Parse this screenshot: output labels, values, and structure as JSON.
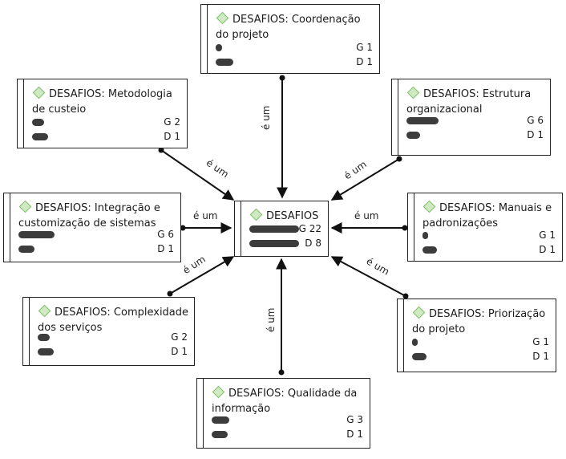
{
  "center": {
    "title": "DESAFIOS",
    "rows": [
      {
        "letter": "G",
        "count": "22"
      },
      {
        "letter": "D",
        "count": "8"
      }
    ]
  },
  "nodes": [
    {
      "id": "coordenacao",
      "title": "DESAFIOS: Coordenação do projeto",
      "rows": [
        {
          "letter": "G",
          "count": "1"
        },
        {
          "letter": "D",
          "count": "1"
        }
      ]
    },
    {
      "id": "metodologia",
      "title": "DESAFIOS: Metodologia de custeio",
      "rows": [
        {
          "letter": "G",
          "count": "2"
        },
        {
          "letter": "D",
          "count": "1"
        }
      ]
    },
    {
      "id": "estrutura",
      "title": "DESAFIOS: Estrutura organizacional",
      "rows": [
        {
          "letter": "G",
          "count": "6"
        },
        {
          "letter": "D",
          "count": "1"
        }
      ]
    },
    {
      "id": "integracao",
      "title": "DESAFIOS: Integração e customização de sistemas",
      "rows": [
        {
          "letter": "G",
          "count": "6"
        },
        {
          "letter": "D",
          "count": "1"
        }
      ]
    },
    {
      "id": "manuais",
      "title": "DESAFIOS: Manuais e padronizações",
      "rows": [
        {
          "letter": "G",
          "count": "1"
        },
        {
          "letter": "D",
          "count": "1"
        }
      ]
    },
    {
      "id": "complexidade",
      "title": "DESAFIOS: Complexidade dos serviços",
      "rows": [
        {
          "letter": "G",
          "count": "2"
        },
        {
          "letter": "D",
          "count": "1"
        }
      ]
    },
    {
      "id": "priorizacao",
      "title": "DESAFIOS: Priorização do projeto",
      "rows": [
        {
          "letter": "G",
          "count": "1"
        },
        {
          "letter": "D",
          "count": "1"
        }
      ]
    },
    {
      "id": "qualidade",
      "title": "DESAFIOS: Qualidade da informação",
      "rows": [
        {
          "letter": "G",
          "count": "3"
        },
        {
          "letter": "D",
          "count": "1"
        }
      ]
    }
  ],
  "edge_label": "é um",
  "colors": {
    "node_border": "#222222",
    "bar": "#3c3c3c",
    "icon_stroke": "#7fbf6a",
    "icon_fill": "#cfeac3"
  }
}
